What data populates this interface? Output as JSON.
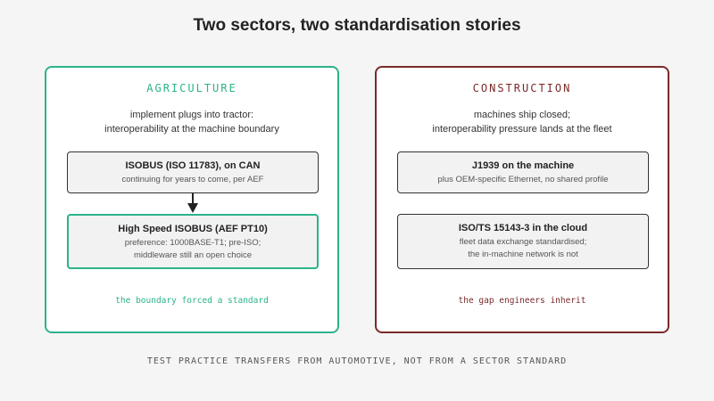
{
  "title": "Two sectors, two standardisation stories",
  "colors": {
    "agriculture": "#2bb38a",
    "construction": "#7a2a2a",
    "background": "#f5f5f5"
  },
  "agriculture": {
    "heading": "AGRICULTURE",
    "description": [
      "implement plugs into tractor:",
      "interoperability at the machine boundary"
    ],
    "box1": {
      "title": "ISOBUS (ISO 11783), on CAN",
      "lines": [
        "continuing for years to come, per AEF"
      ]
    },
    "box2": {
      "title": "High Speed ISOBUS (AEF PT10)",
      "lines": [
        "preference: 1000BASE-T1; pre-ISO;",
        "middleware still an open choice"
      ]
    },
    "footer": "the boundary forced a standard"
  },
  "construction": {
    "heading": "CONSTRUCTION",
    "description": [
      "machines ship closed;",
      "interoperability pressure lands at the fleet"
    ],
    "box1": {
      "title": "J1939 on the machine",
      "lines": [
        "plus OEM-specific Ethernet, no shared profile"
      ]
    },
    "box2": {
      "title": "ISO/TS 15143-3 in the cloud",
      "lines": [
        "fleet data exchange standardised;",
        "the in-machine network is not"
      ]
    },
    "footer": "the gap engineers inherit"
  },
  "footer": "TEST PRACTICE TRANSFERS FROM AUTOMOTIVE, NOT FROM A SECTOR STANDARD"
}
